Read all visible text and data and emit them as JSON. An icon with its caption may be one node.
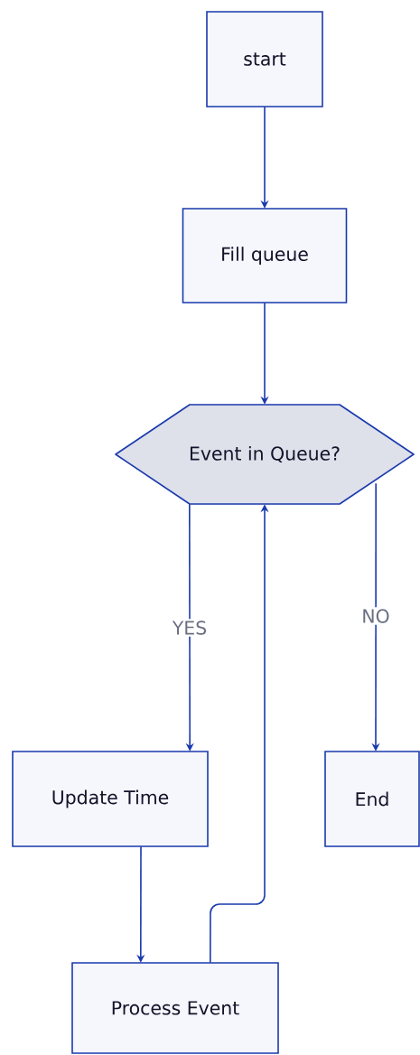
{
  "diagram": {
    "nodes": [
      {
        "text": [
          "start"
        ]
      },
      {
        "text": [
          "Fill queue"
        ]
      },
      {
        "text": [
          "Event in Queue?"
        ]
      },
      {
        "text": [
          "Update Time"
        ]
      },
      {
        "text": [
          "End"
        ]
      },
      {
        "text": [
          "Process Event"
        ]
      }
    ],
    "edges": [
      {
        "from": 0,
        "to": 1,
        "arrow": "to"
      },
      {
        "from": 1,
        "to": 2,
        "arrow": "to"
      },
      {
        "from": 2,
        "to": 3,
        "arrow": "to",
        "label": "YES"
      },
      {
        "from": 2,
        "to": 4,
        "arrow": "to",
        "label": "NO"
      },
      {
        "from": 3,
        "to": 5,
        "arrow": "to"
      },
      {
        "from": 5,
        "to": 2,
        "arrow": "to"
      }
    ]
  }
}
